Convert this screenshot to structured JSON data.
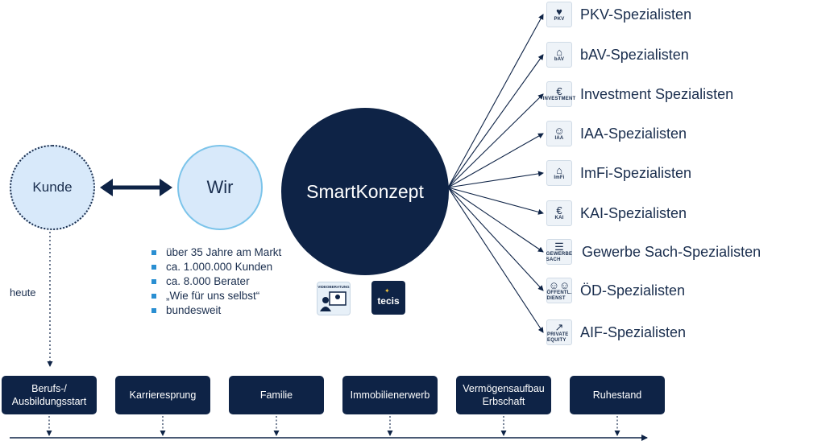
{
  "nodes": {
    "kunde": "Kunde",
    "wir": "Wir",
    "smartkonzept": "SmartKonzept"
  },
  "facts": [
    "über 35 Jahre am Markt",
    "ca. 1.000.000 Kunden",
    "ca. 8.000 Berater",
    "„Wie für uns selbst“",
    "bundesweit"
  ],
  "timeline_label": "heute",
  "specialists": [
    {
      "label": "PKV-Spezialisten",
      "icon": "pkv-heart-icon",
      "icon_tag": "PKV",
      "icon_symbol": "♥"
    },
    {
      "label": "bAV-Spezialisten",
      "icon": "bav-factory-icon",
      "icon_tag": "bAV",
      "icon_symbol": "⌂"
    },
    {
      "label": "Investment Spezialisten",
      "icon": "investment-chart-icon",
      "icon_tag": "INVESTMENT",
      "icon_symbol": "€"
    },
    {
      "label": "IAA-Spezialisten",
      "icon": "iaa-person-icon",
      "icon_tag": "IAA",
      "icon_symbol": "☺"
    },
    {
      "label": "ImFi-Spezialisten",
      "icon": "imfi-house-icon",
      "icon_tag": "ImFi",
      "icon_symbol": "⌂"
    },
    {
      "label": "KAI-Spezialisten",
      "icon": "kai-money-icon",
      "icon_tag": "KAI",
      "icon_symbol": "€"
    },
    {
      "label": "Gewerbe Sach-Spezialisten",
      "icon": "gewerbe-document-icon",
      "icon_tag": "GEWERBE SACH",
      "icon_symbol": "☰"
    },
    {
      "label": "ÖD-Spezialisten",
      "icon": "od-people-icon",
      "icon_tag": "ÖFFENTL. DIENST",
      "icon_symbol": "☺☺"
    },
    {
      "label": "AIF-Spezialisten",
      "icon": "aif-growth-icon",
      "icon_tag": "PRIVATE EQUITY",
      "icon_symbol": "↗"
    }
  ],
  "badges": {
    "beratung_tag": "VIDEOBERATUNG",
    "tecis": "tecis"
  },
  "stages": [
    "Berufs-/\nAusbildungsstart",
    "Karrieresprung",
    "Familie",
    "Immobilienerwerb",
    "Vermögensaufbau\nErbschaft",
    "Ruhestand"
  ],
  "colors": {
    "navy": "#0e2346",
    "light_blue": "#d8e9fa",
    "accent_blue": "#2a8fd2",
    "ring_blue": "#7cc4ea"
  }
}
